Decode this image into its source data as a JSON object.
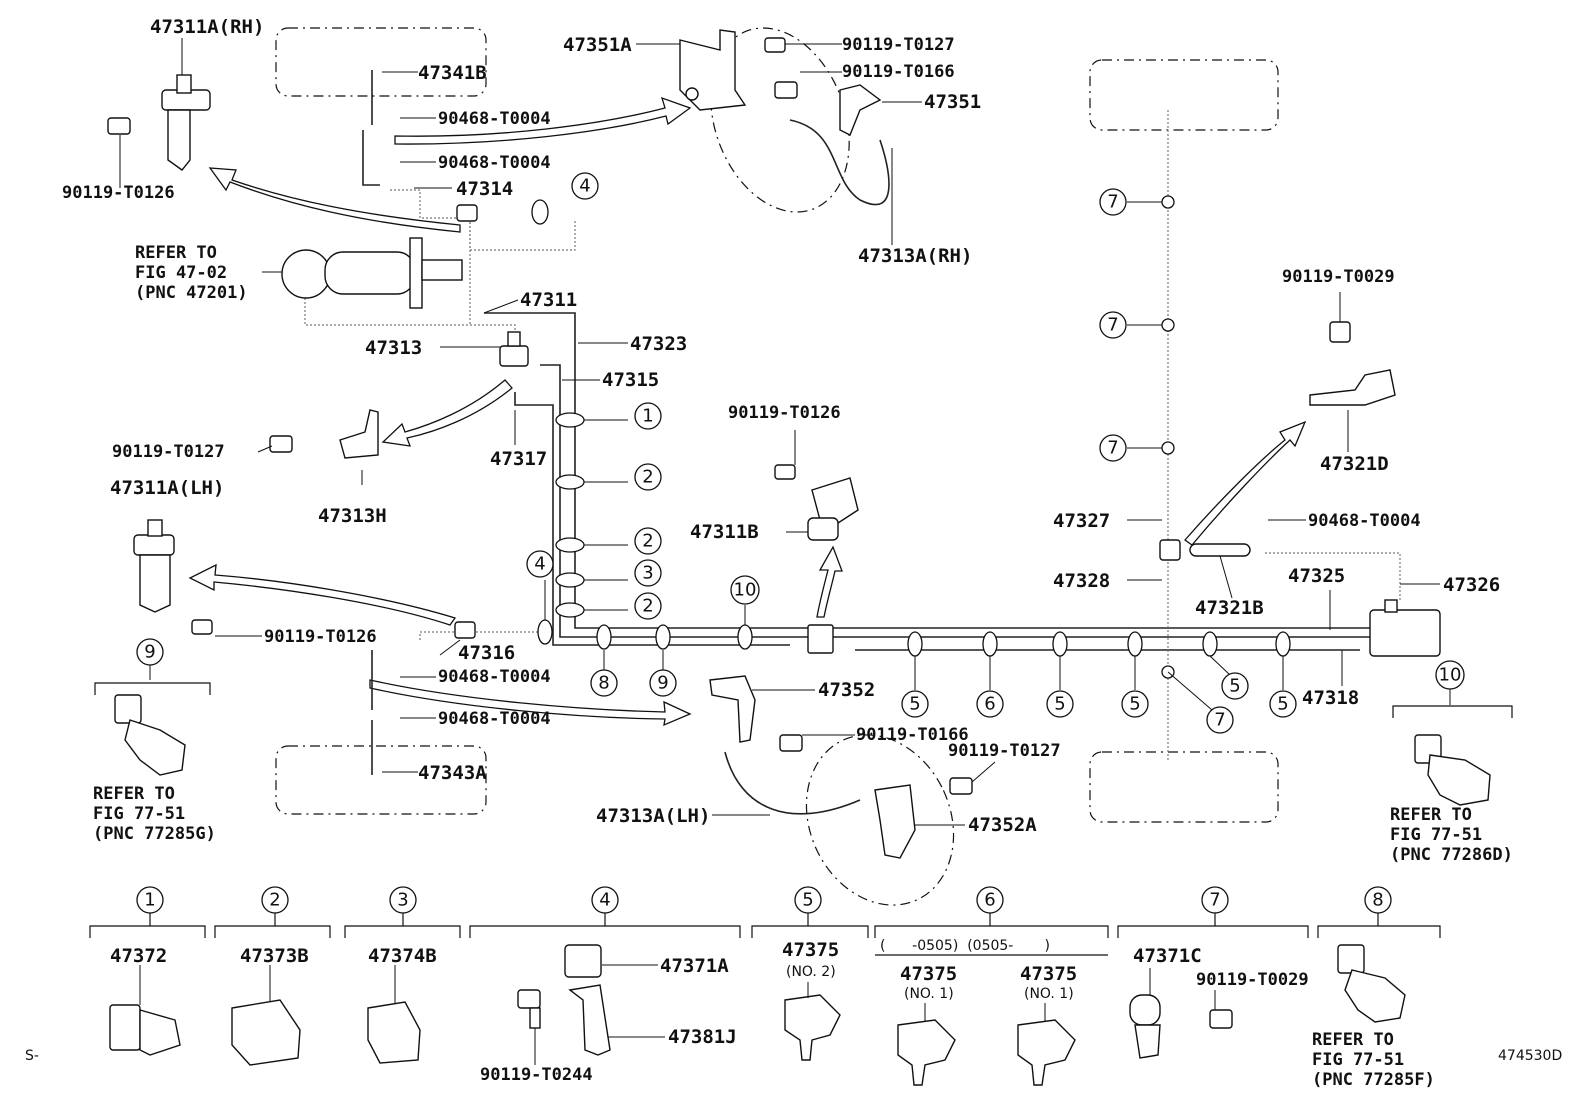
{
  "labels": {
    "p47311A_RH": "47311A(RH)",
    "p47341B": "47341B",
    "p90468_T0004_a": "90468-T0004",
    "p90468_T0004_b": "90468-T0004",
    "p47314": "47314",
    "p90119_T0126_a": "90119-T0126",
    "refer_4702_a": "REFER TO",
    "refer_4702_b": "FIG 47-02",
    "refer_4702_c": "(PNC 47201)",
    "p47311": "47311",
    "p47313": "47313",
    "p47323": "47323",
    "p47315": "47315",
    "p90119_T0127_a": "90119-T0127",
    "p47317": "47317",
    "p47313H": "47313H",
    "p47311A_LH": "47311A(LH)",
    "p90119_T0126_b": "90119-T0126",
    "p47316": "47316",
    "p90468_T0004_c": "90468-T0004",
    "p90468_T0004_d": "90468-T0004",
    "p47343A": "47343A",
    "refer_7751g_a": "REFER TO",
    "refer_7751g_b": "FIG 77-51",
    "refer_7751g_c": "(PNC 77285G)",
    "p47351A": "47351A",
    "p90119_T0127_b": "90119-T0127",
    "p90119_T0166_a": "90119-T0166",
    "p47351": "47351",
    "p47313A_RH": "47313A(RH)",
    "p90119_T0126_c": "90119-T0126",
    "p47311B": "47311B",
    "p47352": "47352",
    "p90119_T0166_b": "90119-T0166",
    "p90119_T0127_c": "90119-T0127",
    "p47313A_LH": "47313A(LH)",
    "p47352A": "47352A",
    "p90119_T0029_a": "90119-T0029",
    "p47321D": "47321D",
    "p47327": "47327",
    "p90468_T0004_e": "90468-T0004",
    "p47328": "47328",
    "p47321B": "47321B",
    "p47325": "47325",
    "p47326": "47326",
    "p47318": "47318",
    "refer_7751d_a": "REFER TO",
    "refer_7751d_b": "FIG 77-51",
    "refer_7751d_c": "(PNC 77286D)",
    "footer_left": "S-",
    "footer_code": "474530D"
  },
  "callouts": {
    "c1": "1",
    "c2": "2",
    "c3": "3",
    "c4": "4",
    "c5": "5",
    "c6": "6",
    "c7": "7",
    "c8": "8",
    "c9": "9",
    "c10": "10"
  },
  "legend": {
    "g1_part": "47372",
    "g2_part": "47373B",
    "g3_part": "47374B",
    "g4_part_a": "47371A",
    "g4_part_b": "47381J",
    "g4_bolt": "90119-T0244",
    "g5_part": "47375",
    "g5_note": "(NO. 2)",
    "g6_range": "(      -0505)  (0505-       )",
    "g6_part_a": "47375",
    "g6_note_a": "(NO. 1)",
    "g6_part_b": "47375",
    "g6_note_b": "(NO. 1)",
    "g7_part": "47371C",
    "g7_bolt": "90119-T0029",
    "g8_ref_a": "REFER TO",
    "g8_ref_b": "FIG 77-51",
    "g8_ref_c": "(PNC 77285F)"
  }
}
